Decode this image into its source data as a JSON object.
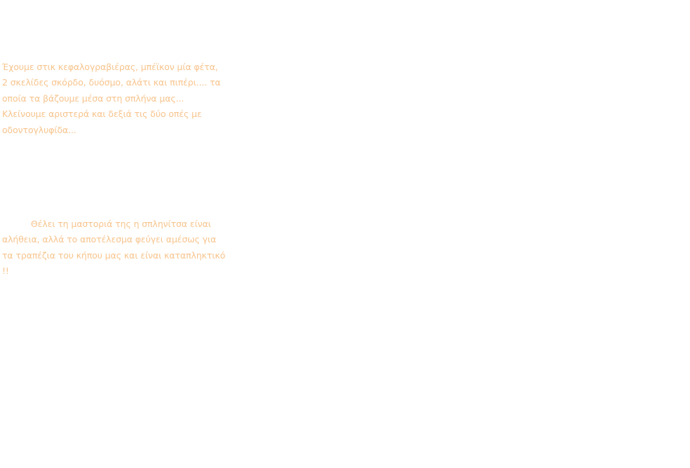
{
  "colors": {
    "text": "#f7c48d",
    "background": "#ffffff"
  },
  "recipe": {
    "paragraph_1": {
      "lines": [
        "Έχουμε στικ κεφαλογραβιέρας, μπέϊκον μία φέτα,",
        "2 σκελίδες σκόρδο, δυόσμο,  αλάτι και πιπέρι.... τα",
        "οποία τα βάζουμε μέσα στη σπλήνα μας...",
        "Κλείνουμε αριστερά και δεξιά τις δύο οπές με",
        "οδοντογλυφίδα..."
      ]
    },
    "paragraph_2": {
      "lines": [
        "Θέλει τη μαστοριά της η σπληνίτσα είναι",
        "αλήθεια, αλλά το αποτέλεσμα φεύγει αμέσως για",
        "τα τραπέζια του κήπου μας και είναι καταπληκτικό",
        "!!"
      ]
    }
  }
}
